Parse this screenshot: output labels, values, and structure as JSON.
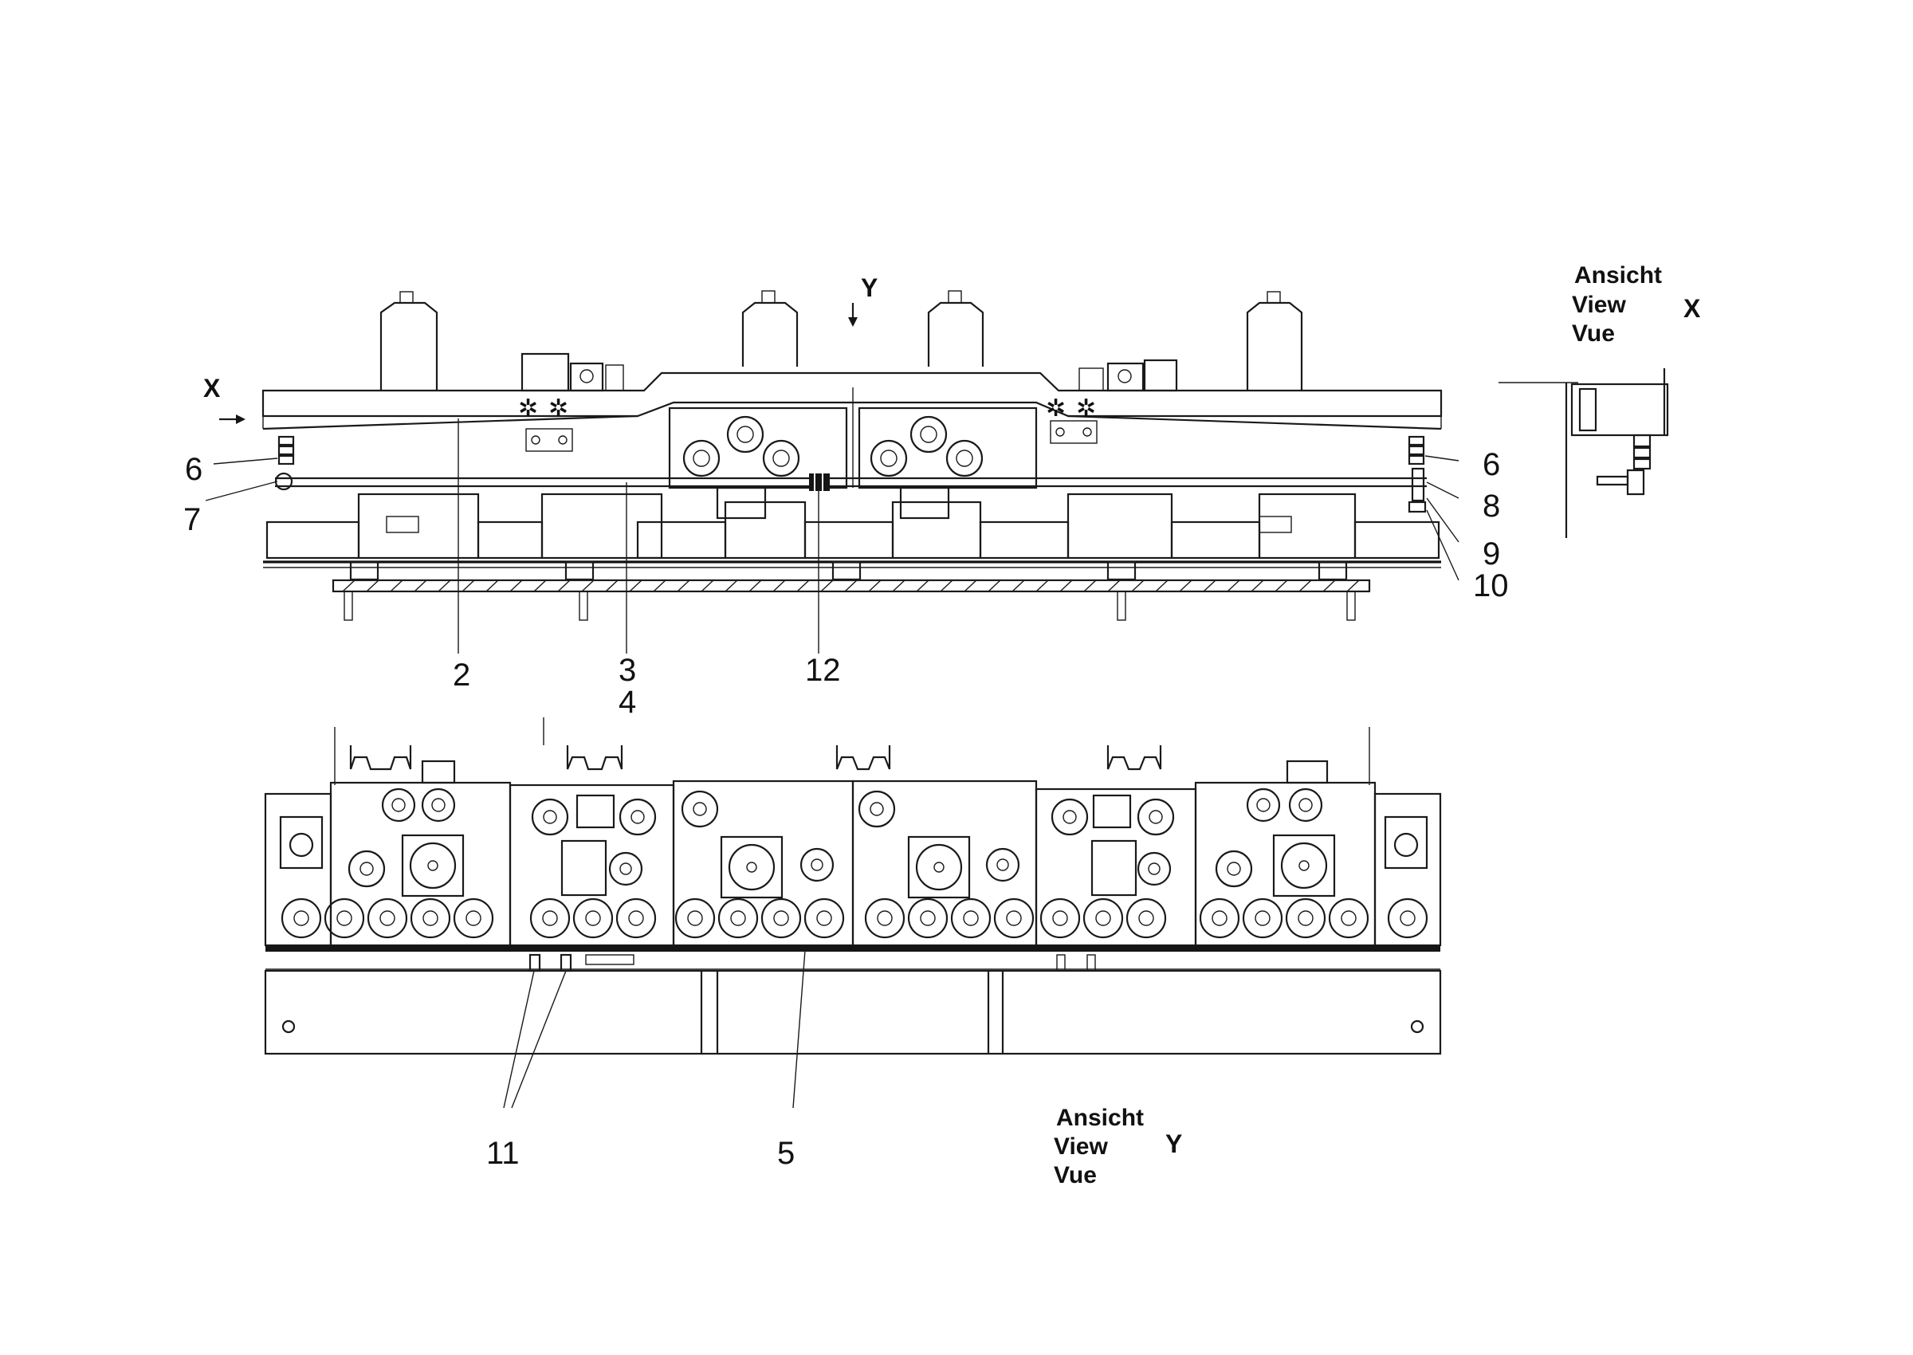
{
  "callouts": {
    "n2": "2",
    "n3": "3",
    "n4": "4",
    "n5": "5",
    "n6_left": "6",
    "n6_right": "6",
    "n7": "7",
    "n8": "8",
    "n9": "9",
    "n10": "10",
    "n11": "11",
    "n12": "12"
  },
  "view_markers": {
    "x_marker": "X",
    "y_marker": "Y"
  },
  "view_x_caption": {
    "line1": "Ansicht",
    "line2": "View",
    "line3": "Vue",
    "letter": "X"
  },
  "view_y_caption": {
    "line1": "Ansicht",
    "line2": "View",
    "line3": "Vue",
    "letter": "Y"
  }
}
